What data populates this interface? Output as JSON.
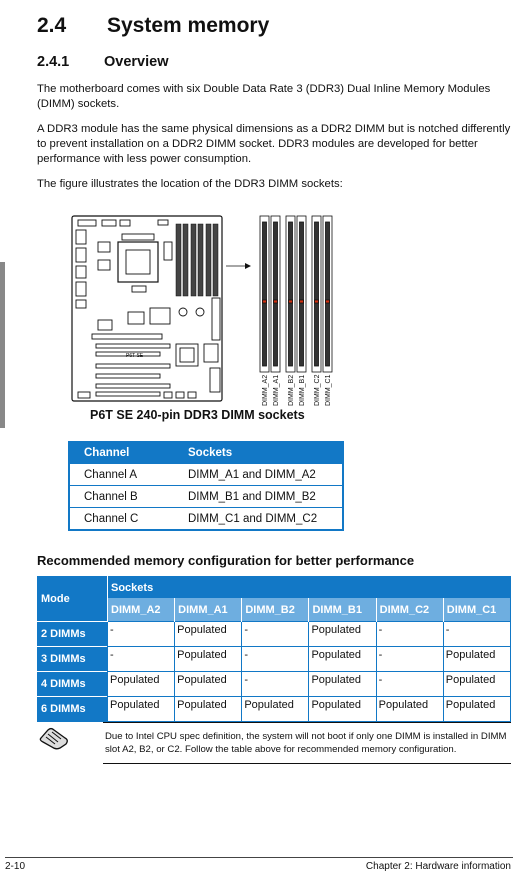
{
  "section": {
    "number": "2.4",
    "title": "System memory"
  },
  "subsection": {
    "number": "2.4.1",
    "title": "Overview"
  },
  "paragraphs": [
    "The motherboard comes with six Double Data Rate 3 (DDR3) Dual Inline Memory Modules (DIMM) sockets.",
    "A DDR3 module has the same physical dimensions as a DDR2 DIMM but is notched differently to prevent installation on a DDR2 DIMM socket. DDR3 modules are developed for better performance with less power consumption.",
    "The figure illustrates the location of the DDR3 DIMM sockets:"
  ],
  "figure": {
    "board_label": "P6T SE",
    "slot_labels": [
      "DIMM_A2",
      "DIMM_A1",
      "DIMM_B2",
      "DIMM_B1",
      "DIMM_C2",
      "DIMM_C1"
    ],
    "caption": "P6T SE 240-pin DDR3 DIMM sockets"
  },
  "channel_table": {
    "headers": [
      "Channel",
      "Sockets"
    ],
    "rows": [
      [
        "Channel A",
        "DIMM_A1 and DIMM_A2"
      ],
      [
        "Channel B",
        "DIMM_B1 and DIMM_B2"
      ],
      [
        "Channel C",
        "DIMM_C1 and DIMM_C2"
      ]
    ]
  },
  "recommended": {
    "title": "Recommended memory configuration for better performance",
    "mode_header": "Mode",
    "sockets_header": "Sockets",
    "columns": [
      "DIMM_A2",
      "DIMM_A1",
      "DIMM_B2",
      "DIMM_B1",
      "DIMM_C2",
      "DIMM_C1"
    ],
    "rows": [
      {
        "mode": "2 DIMMs",
        "values": [
          "-",
          "Populated",
          "-",
          "Populated",
          "-",
          "-"
        ]
      },
      {
        "mode": "3 DIMMs",
        "values": [
          "-",
          "Populated",
          "-",
          "Populated",
          "-",
          "Populated"
        ]
      },
      {
        "mode": "4 DIMMs",
        "values": [
          "Populated",
          "Populated",
          "-",
          "Populated",
          "-",
          "Populated"
        ]
      },
      {
        "mode": "6 DIMMs",
        "values": [
          "Populated",
          "Populated",
          "Populated",
          "Populated",
          "Populated",
          "Populated"
        ]
      }
    ]
  },
  "note": "Due to Intel CPU spec definition, the system will not boot if only one DIMM is installed in DIMM slot A2, B2, or C2. Follow the table above for recommended memory configuration.",
  "footer": {
    "page": "2-10",
    "chapter": "Chapter 2: Hardware information"
  }
}
